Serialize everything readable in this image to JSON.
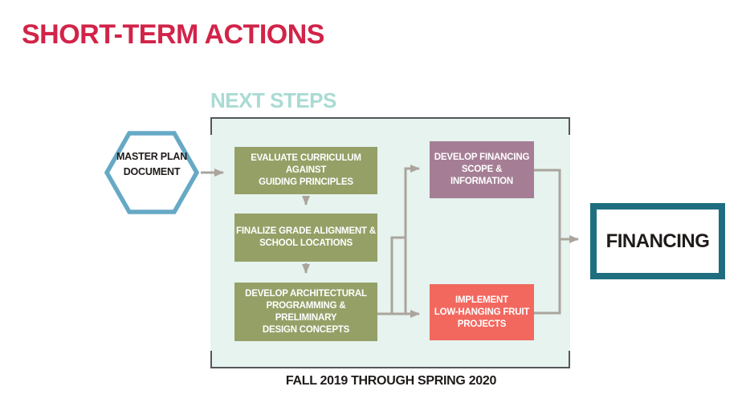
{
  "title": "SHORT-TERM ACTIONS",
  "panel": {
    "label": "NEXT STEPS",
    "caption": "FALL 2019 THROUGH SPRING 2020"
  },
  "source": {
    "lines": [
      "MASTER PLAN",
      "DOCUMENT"
    ]
  },
  "steps": [
    {
      "lines": [
        "EVALUATE CURRICULUM AGAINST",
        "GUIDING PRINCIPLES"
      ]
    },
    {
      "lines": [
        "FINALIZE GRADE ALIGNMENT &",
        "SCHOOL LOCATIONS"
      ]
    },
    {
      "lines": [
        "DEVELOP ARCHITECTURAL",
        "PROGRAMMING & PRELIMINARY",
        "DESIGN CONCEPTS"
      ]
    }
  ],
  "branches": [
    {
      "lines": [
        "DEVELOP FINANCING",
        "SCOPE & INFORMATION"
      ]
    },
    {
      "lines": [
        "IMPLEMENT",
        "LOW-HANGING FRUIT",
        "PROJECTS"
      ]
    }
  ],
  "outcome": {
    "label": "FINANCING"
  },
  "colors": {
    "title": "#D22349",
    "panel_label": "#A9DBD4",
    "panel_fill": "#E6F3EF",
    "panel_border": "#55565A",
    "hexagon_border": "#66A9C6",
    "step_fill": "#95A067",
    "financing_scope_fill": "#A57E95",
    "low_hanging_fruit_fill": "#F2685F",
    "outcome_border": "#1F6E80",
    "connector": "#ABA49D",
    "text_light": "#FFFFFF",
    "text_dark": "#1E1B1A"
  }
}
